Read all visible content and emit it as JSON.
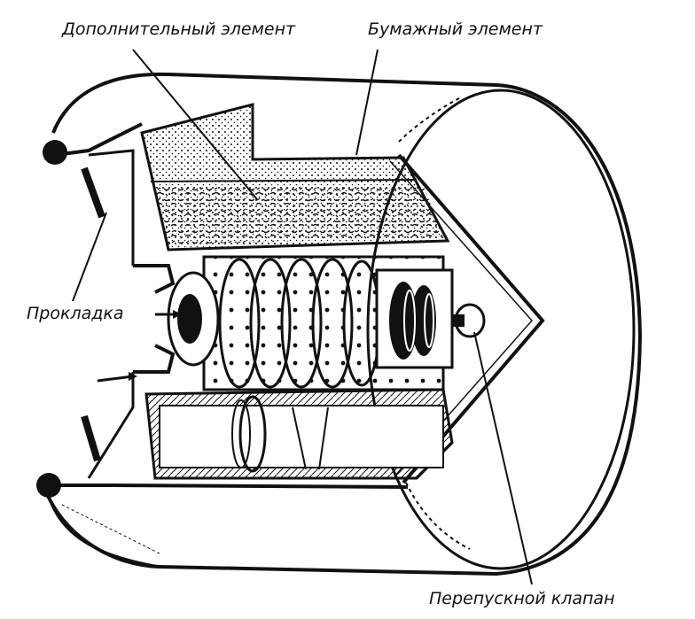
{
  "labels": {
    "additional_element": "Дополнительный элемент",
    "paper_element": "Бумажный элемент",
    "gasket": "Прокладка",
    "bypass_valve": "Перепускной клапан"
  },
  "colors": {
    "ink": "#111111",
    "background": "#ffffff"
  }
}
